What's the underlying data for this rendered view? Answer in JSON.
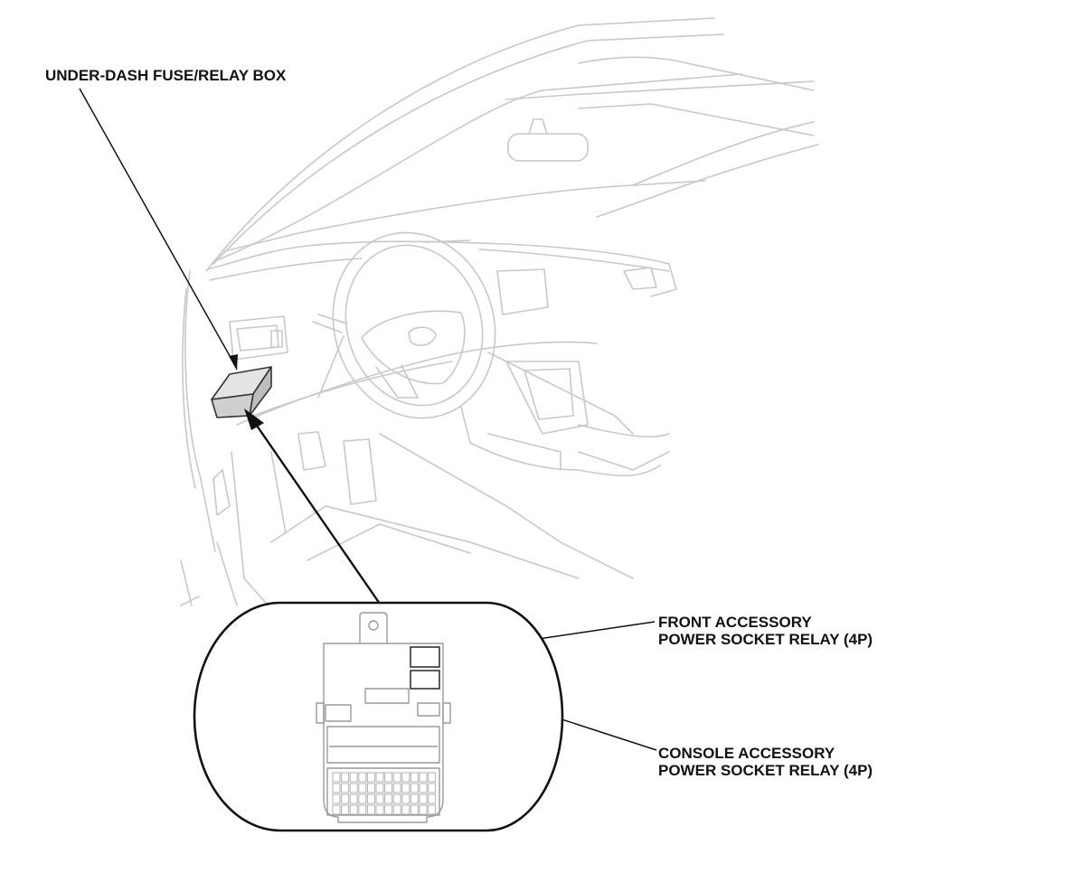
{
  "callouts": {
    "fuse_box": "UNDER-DASH FUSE/RELAY BOX",
    "front_relay": {
      "line1": "FRONT ACCESSORY",
      "line2": "POWER SOCKET RELAY (4P)"
    },
    "console_relay": {
      "line1": "CONSOLE ACCESSORY",
      "line2": "POWER SOCKET RELAY (4P)"
    }
  },
  "colors": {
    "outline": "#c8c8c8",
    "ink": "#111111",
    "box_fill": "#d4d4d4"
  }
}
